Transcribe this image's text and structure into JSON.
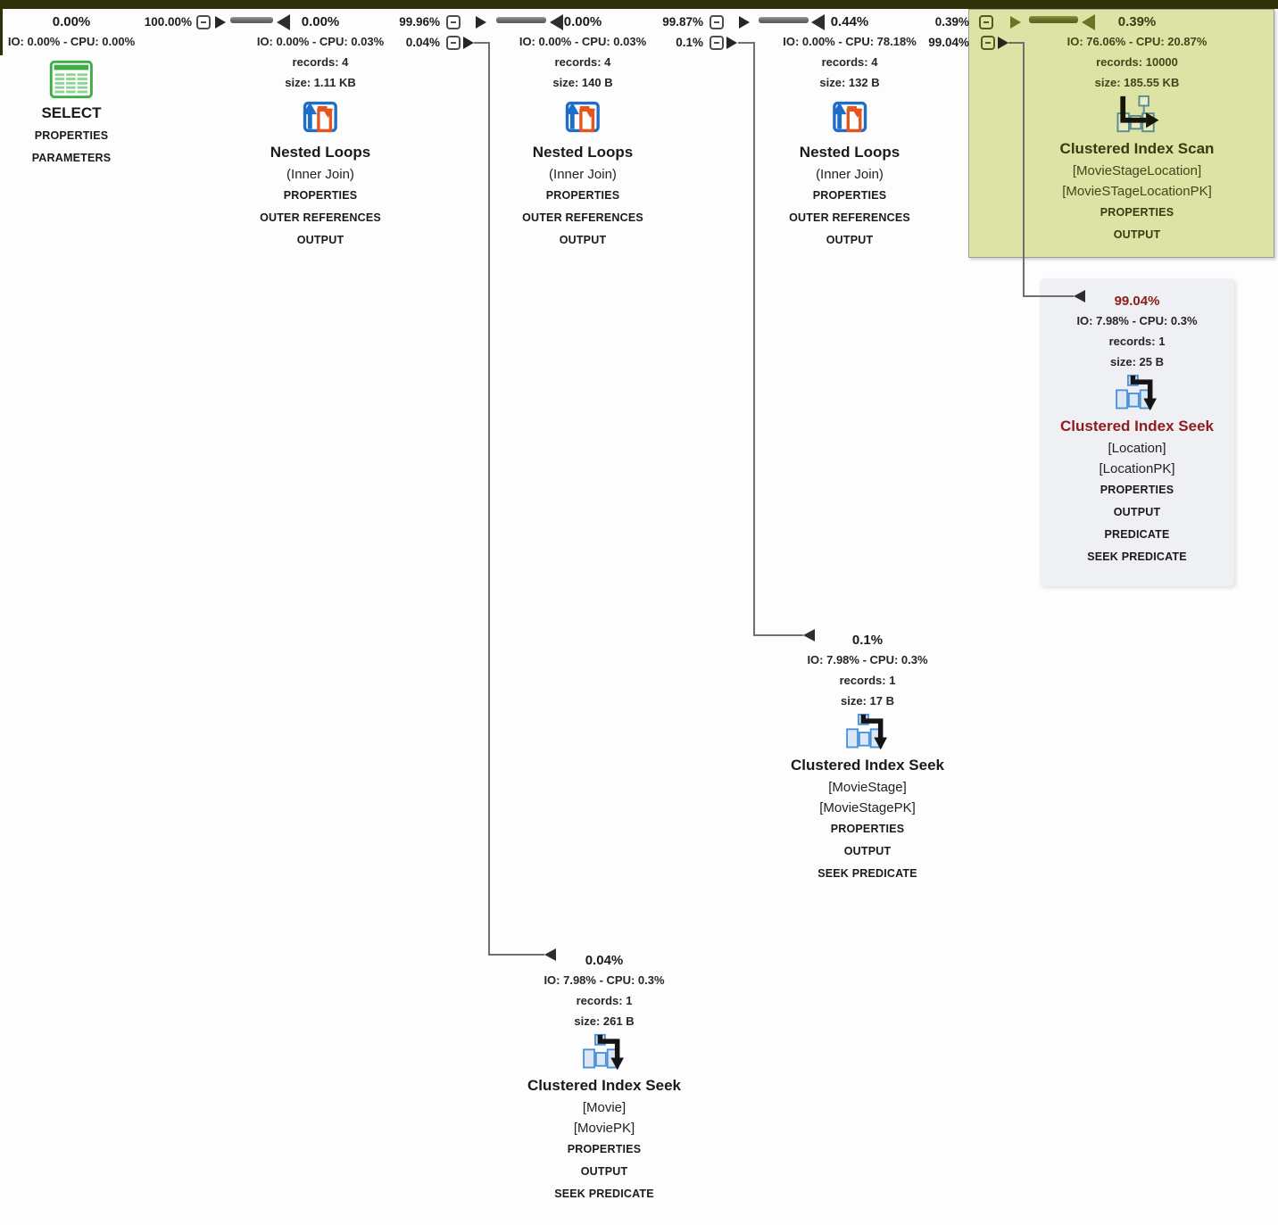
{
  "view": {
    "name": "Query Plan",
    "background": "#fdfdfd"
  },
  "colors": {
    "highlight_fill": "#dde3a4",
    "alert_text": "#8e1c1c",
    "connector_line": "#6f6f6f",
    "nested_loops_blue": "#1e6ec8",
    "nested_loops_orange": "#e8541d",
    "select_green": "#3cae46",
    "seek_blue": "#4a90d9",
    "topbar": "#2f3108"
  },
  "nodes": {
    "select": {
      "pct": "0.00%",
      "io": "IO: 0.00% - CPU: 0.00%",
      "title": "SELECT",
      "links": [
        "PROPERTIES",
        "PARAMETERS"
      ]
    },
    "nl1": {
      "pct": "0.00%",
      "io": "IO: 0.00% - CPU: 0.03%",
      "records": "records: 4",
      "size": "size: 1.11 KB",
      "title": "Nested Loops",
      "subtitle": "(Inner Join)",
      "links": [
        "PROPERTIES",
        "OUTER REFERENCES",
        "OUTPUT"
      ]
    },
    "nl2": {
      "pct": "0.00%",
      "io": "IO: 0.00% - CPU: 0.03%",
      "records": "records: 4",
      "size": "size: 140 B",
      "title": "Nested Loops",
      "subtitle": "(Inner Join)",
      "links": [
        "PROPERTIES",
        "OUTER REFERENCES",
        "OUTPUT"
      ]
    },
    "nl3": {
      "pct": "0.44%",
      "io": "IO: 0.00% - CPU: 78.18%",
      "records": "records: 4",
      "size": "size: 132 B",
      "title": "Nested Loops",
      "subtitle": "(Inner Join)",
      "links": [
        "PROPERTIES",
        "OUTER REFERENCES",
        "OUTPUT"
      ]
    },
    "scan": {
      "pct": "0.39%",
      "io": "IO: 76.06% - CPU: 20.87%",
      "records": "records: 10000",
      "size": "size: 185.55 KB",
      "title": "Clustered Index Scan",
      "table": "[MovieStageLocation]",
      "index": "[MovieSTageLocationPK]",
      "links": [
        "PROPERTIES",
        "OUTPUT"
      ]
    },
    "seek_location": {
      "pct": "99.04%",
      "io": "IO: 7.98% - CPU: 0.3%",
      "records": "records: 1",
      "size": "size: 25 B",
      "title": "Clustered Index Seek",
      "table": "[Location]",
      "index": "[LocationPK]",
      "links": [
        "PROPERTIES",
        "OUTPUT",
        "PREDICATE",
        "SEEK PREDICATE"
      ]
    },
    "seek_moviestage": {
      "pct": "0.1%",
      "io": "IO: 7.98% - CPU: 0.3%",
      "records": "records: 1",
      "size": "size: 17 B",
      "title": "Clustered Index Seek",
      "table": "[MovieStage]",
      "index": "[MovieStagePK]",
      "links": [
        "PROPERTIES",
        "OUTPUT",
        "SEEK PREDICATE"
      ]
    },
    "seek_movie": {
      "pct": "0.04%",
      "io": "IO: 7.98% - CPU: 0.3%",
      "records": "records: 1",
      "size": "size: 261 B",
      "title": "Clustered Index Seek",
      "table": "[Movie]",
      "index": "[MoviePK]",
      "links": [
        "PROPERTIES",
        "OUTPUT",
        "SEEK PREDICATE"
      ]
    }
  },
  "connectors": {
    "c1": {
      "outer": "100.00%"
    },
    "c2": {
      "outer": "99.96%",
      "inner": "0.04%"
    },
    "c3": {
      "outer": "99.87%",
      "inner": "0.1%"
    },
    "c4": {
      "outer": "0.39%",
      "inner": "99.04%"
    }
  }
}
